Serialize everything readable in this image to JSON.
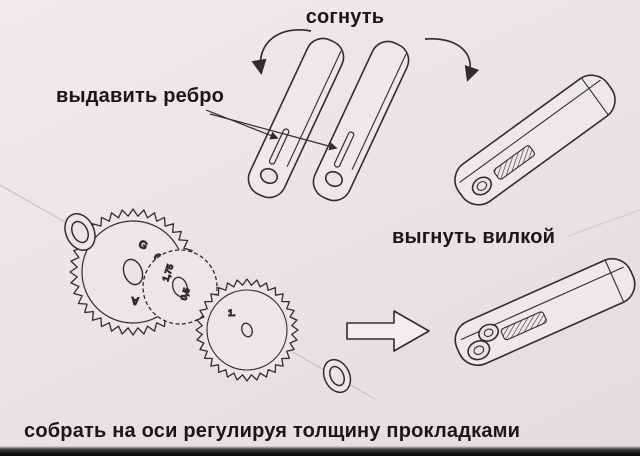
{
  "labels": {
    "bend": "согнуть",
    "press_rib": "выдавить ребро",
    "bend_with_fork": "выгнуть вилкой",
    "assemble": "собрать на оси регулируя толщину прокладками"
  },
  "part_markings": {
    "sprocket_brand": "GONZA",
    "spacer_dim_1": "1,75",
    "spacer_dim_2": "0,5",
    "sprocket_small_mark": "1."
  },
  "colors": {
    "paper": "#eae4e8",
    "ink": "#2e2e2e",
    "label_text": "#181818",
    "faint_line": "#c3bcc0",
    "photo_edge": "#060606"
  }
}
